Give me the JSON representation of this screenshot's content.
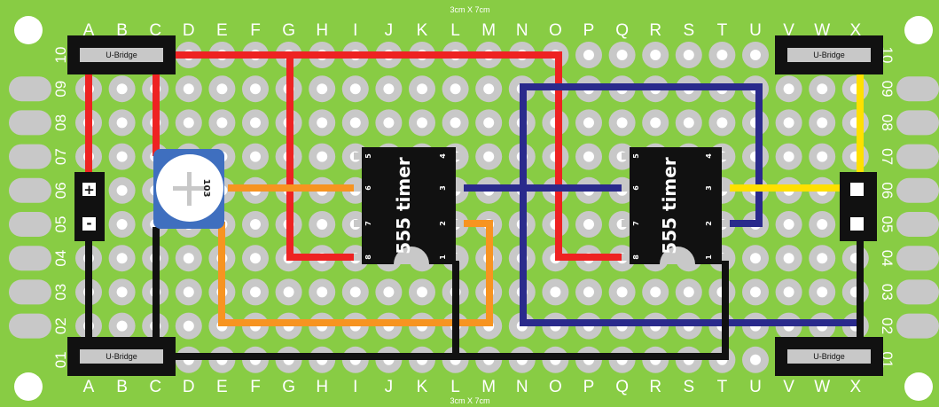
{
  "board": {
    "size_label": "3cm X 7cm",
    "columns": [
      "A",
      "B",
      "C",
      "D",
      "E",
      "F",
      "G",
      "H",
      "I",
      "J",
      "K",
      "L",
      "M",
      "N",
      "O",
      "P",
      "Q",
      "R",
      "S",
      "T",
      "U",
      "V",
      "W",
      "X"
    ],
    "rows": [
      "01",
      "02",
      "03",
      "04",
      "05",
      "06",
      "07",
      "08",
      "09",
      "10"
    ],
    "colors": {
      "board": "#88cc44",
      "pad": "#c8c8c8",
      "hole": "#ffffff",
      "component": "#111111"
    }
  },
  "bridges": [
    {
      "id": "top-left",
      "label": "U-Bridge"
    },
    {
      "id": "top-right",
      "label": "U-Bridge"
    },
    {
      "id": "bottom-left",
      "label": "U-Bridge"
    },
    {
      "id": "bottom-right",
      "label": "U-Bridge"
    }
  ],
  "chips": [
    {
      "id": "left",
      "label": "555 timer",
      "pins_top": [
        "5",
        "6",
        "7",
        "8"
      ],
      "pins_bottom": [
        "4",
        "3",
        "2",
        "1"
      ]
    },
    {
      "id": "right",
      "label": "555 timer",
      "pins_top": [
        "5",
        "6",
        "7",
        "8"
      ],
      "pins_bottom": [
        "4",
        "3",
        "2",
        "1"
      ]
    }
  ],
  "potentiometer": {
    "label": "103",
    "color": "#3f6fbf"
  },
  "connectors": {
    "left": {
      "plus": "+",
      "minus": "-"
    }
  },
  "wires": {
    "red": "#ee2222",
    "black": "#111111",
    "orange": "#f79421",
    "blue": "#2a2a8c",
    "yellow": "#ffe000"
  }
}
